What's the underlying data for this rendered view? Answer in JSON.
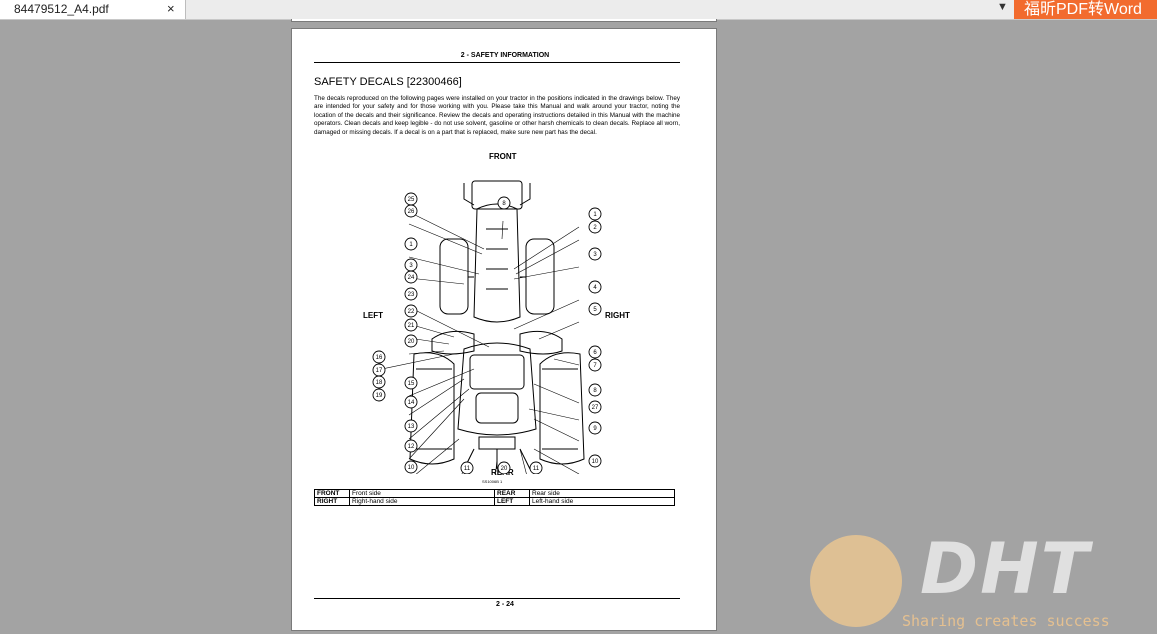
{
  "tab": {
    "title": "84479512_A4.pdf",
    "close": "×"
  },
  "toolbar": {
    "dropdown": "▼",
    "promo": "福昕PDF转Word"
  },
  "page": {
    "running_head": "2 - SAFETY INFORMATION",
    "section_title": "SAFETY DECALS [22300466]",
    "intro": "The decals reproduced on the following pages were installed on your tractor in the positions indicated in the drawings below.  They are intended for your safety and for those working with you.  Please take this Manual and walk around your tractor, noting the location of the decals and their significance.  Review the decals and operating instructions detailed in this Manual with the machine operators.  Clean decals and keep legible - do not use solvent, gasoline or other harsh chemicals to clean decals.  Replace all worn, damaged or missing decals.  If a decal is on a part that is replaced, make sure new part has the decal.",
    "diagram": {
      "front": "FRONT",
      "rear": "REAR",
      "left": "LEFT",
      "right": "RIGHT",
      "fig_ref": "SS1006B      1"
    },
    "legend": [
      [
        "FRONT",
        "Front side",
        "REAR",
        "Rear side"
      ],
      [
        "RIGHT",
        "Right-hand side",
        "LEFT",
        "Left-hand side"
      ]
    ],
    "page_number": "2 - 24"
  },
  "callouts": [
    "25",
    "26",
    "8",
    "1",
    "2",
    "1",
    "3",
    "3",
    "24",
    "4",
    "23",
    "5",
    "22",
    "21",
    "20",
    "6",
    "7",
    "16",
    "17",
    "18",
    "19",
    "15",
    "14",
    "8",
    "27",
    "13",
    "9",
    "12",
    "10",
    "11",
    "20",
    "11",
    "10"
  ],
  "watermark": {
    "logo_text": "DHT",
    "slogan": "Sharing creates success"
  }
}
